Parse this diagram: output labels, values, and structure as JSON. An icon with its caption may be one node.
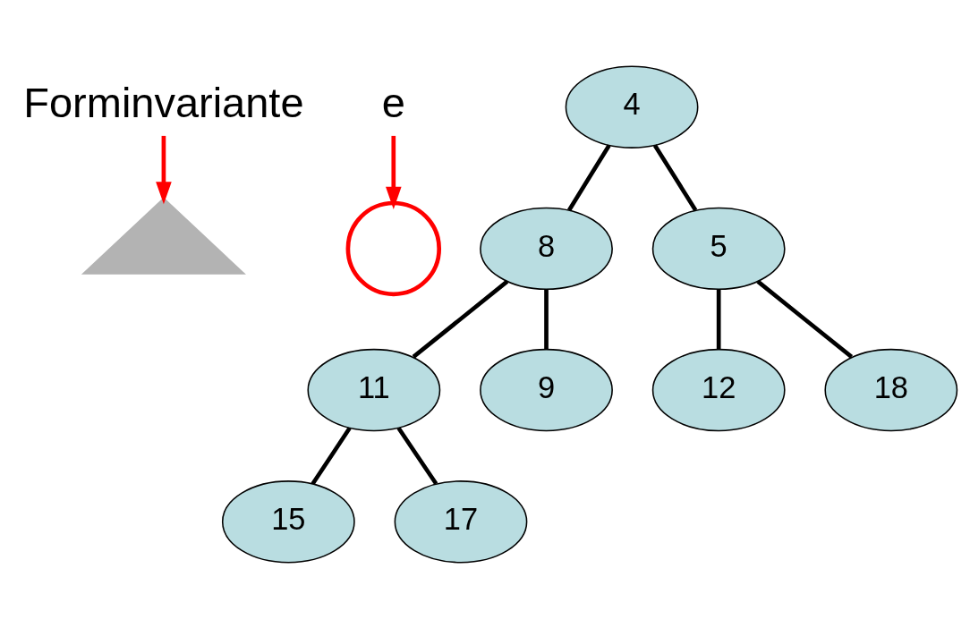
{
  "diagram": {
    "nodes": [
      {
        "text": [],
        "shape": "triangle"
      },
      {
        "text": [
          "e"
        ]
      },
      {
        "text": [],
        "shape": "circle"
      },
      {
        "text": [
          "4"
        ]
      },
      {
        "text": [
          "8"
        ]
      },
      {
        "text": [
          "5"
        ]
      },
      {
        "text": [
          "11"
        ]
      },
      {
        "text": [
          "9"
        ]
      },
      {
        "text": [
          "12"
        ]
      },
      {
        "text": [
          "18"
        ]
      },
      {
        "text": [
          "15"
        ]
      },
      {
        "text": [
          "17"
        ]
      },
      {
        "text": [
          "Forminvariante"
        ]
      }
    ],
    "edges": [
      {
        "from": 1,
        "to": 2,
        "arrow": "to",
        "color": "#ff0000"
      },
      {
        "from": 3,
        "to": 4,
        "arrow": "none"
      },
      {
        "from": 3,
        "to": 5,
        "arrow": "none"
      },
      {
        "from": 4,
        "to": 6,
        "arrow": "none"
      },
      {
        "from": 4,
        "to": 7,
        "arrow": "none"
      },
      {
        "from": 5,
        "to": 8,
        "arrow": "none"
      },
      {
        "from": 5,
        "to": 9,
        "arrow": "none"
      },
      {
        "from": 6,
        "to": 10,
        "arrow": "none"
      },
      {
        "from": 6,
        "to": 11,
        "arrow": "none"
      },
      {
        "from": 12,
        "to": 0,
        "arrow": "to",
        "color": "#ff0000"
      }
    ]
  }
}
